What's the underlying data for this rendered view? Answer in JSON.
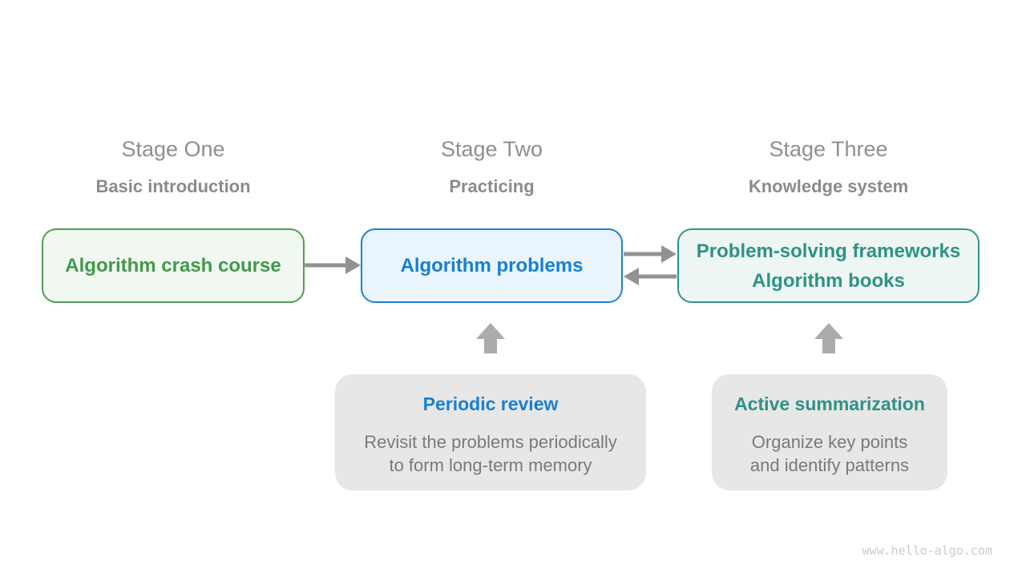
{
  "page": {
    "watermark": "www.hello-algo.com",
    "background": "#ffffff"
  },
  "colors": {
    "heading_text": "#8f8f8f",
    "subheading_text": "#8b8b8b",
    "body_text": "#7a7a7a",
    "green_border": "#4f9d58",
    "green_bg": "#f0f8f0",
    "green_text": "#43984c",
    "blue_border": "#1b82d9",
    "blue_bg": "#eaf4fc",
    "blue_text": "#1780d2",
    "teal_border": "#2f9588",
    "teal_bg": "#eef6f3",
    "teal_text": "#2e9285",
    "note_bg": "#e7e7e7",
    "arrow": "#929292",
    "block_arrow": "#ababab",
    "watermark_text": "#cbcbcb"
  },
  "stages": [
    {
      "title": "Stage One",
      "subtitle": "Basic introduction",
      "box": {
        "lines": [
          "Algorithm crash course"
        ],
        "theme": "green"
      }
    },
    {
      "title": "Stage Two",
      "subtitle": "Practicing",
      "box": {
        "lines": [
          "Algorithm problems"
        ],
        "theme": "blue"
      }
    },
    {
      "title": "Stage Three",
      "subtitle": "Knowledge system",
      "box": {
        "lines": [
          "Problem-solving frameworks",
          "Algorithm books"
        ],
        "theme": "teal"
      }
    }
  ],
  "notes": [
    {
      "title": "Periodic review",
      "body_lines": [
        "Revisit the problems periodically",
        "to form long-term memory"
      ],
      "theme": "blue",
      "points_to": "Algorithm problems"
    },
    {
      "title": "Active summarization",
      "body_lines": [
        "Organize key points",
        "and identify patterns"
      ],
      "theme": "teal",
      "points_to": "Problem-solving frameworks / Algorithm books"
    }
  ],
  "arrows": [
    {
      "from": "Algorithm crash course",
      "to": "Algorithm problems",
      "direction": "right"
    },
    {
      "from": "Algorithm problems",
      "to": "Problem-solving frameworks / Algorithm books",
      "direction": "right"
    },
    {
      "from": "Problem-solving frameworks / Algorithm books",
      "to": "Algorithm problems",
      "direction": "left"
    },
    {
      "from": "Periodic review",
      "to": "Algorithm problems",
      "direction": "up"
    },
    {
      "from": "Active summarization",
      "to": "Problem-solving frameworks / Algorithm books",
      "direction": "up"
    }
  ]
}
